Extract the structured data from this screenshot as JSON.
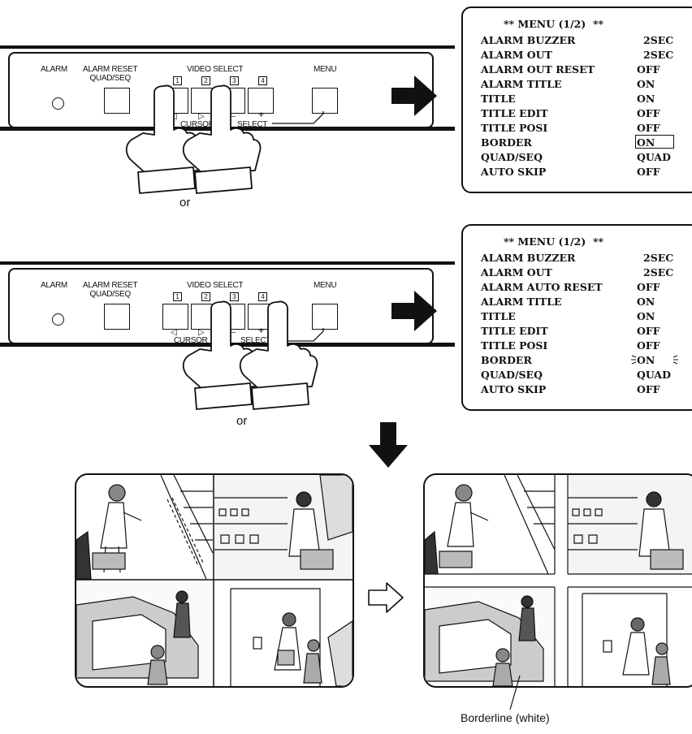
{
  "panel": {
    "alarm": "ALARM",
    "alarm_reset_line1": "ALARM RESET",
    "alarm_reset_line2": "QUAD/SEQ",
    "video_select": "VIDEO SELECT",
    "menu": "MENU",
    "numbers": [
      "1",
      "2",
      "3",
      "4"
    ],
    "cursor": "CURSOR",
    "select": "SELECT",
    "left_glyph": "◁",
    "right_glyph": "▷",
    "minus": "—",
    "plus": "+"
  },
  "or_text": "or",
  "menu_before": {
    "title": "** MENU (1/2)  **",
    "rows": [
      {
        "key": "ALARM BUZZER",
        "value": "2SEC"
      },
      {
        "key": "ALARM OUT",
        "value": "2SEC"
      },
      {
        "key": "ALARM OUT RESET",
        "value": "OFF"
      },
      {
        "key": "ALARM TITLE",
        "value": "ON"
      },
      {
        "key": "TITLE",
        "value": "ON"
      },
      {
        "key": "TITLE EDIT",
        "value": "OFF"
      },
      {
        "key": "TITLE POSI",
        "value": "OFF"
      },
      {
        "key": "BORDER",
        "value": "ON"
      },
      {
        "key": "QUAD/SEQ",
        "value": "QUAD"
      },
      {
        "key": "AUTO SKIP",
        "value": "OFF"
      }
    ]
  },
  "menu_after": {
    "title": "** MENU (1/2)  **",
    "rows": [
      {
        "key": "ALARM BUZZER",
        "value": "2SEC"
      },
      {
        "key": "ALARM OUT",
        "value": "2SEC"
      },
      {
        "key": "ALARM AUTO RESET",
        "value": "OFF"
      },
      {
        "key": "ALARM TITLE",
        "value": "ON"
      },
      {
        "key": "TITLE",
        "value": "ON"
      },
      {
        "key": "TITLE EDIT",
        "value": "OFF"
      },
      {
        "key": "TITLE POSI",
        "value": "OFF"
      },
      {
        "key": "BORDER",
        "value": "ON"
      },
      {
        "key": "QUAD/SEQ",
        "value": "QUAD"
      },
      {
        "key": "AUTO SKIP",
        "value": "OFF"
      }
    ]
  },
  "caption": "Borderline (white)",
  "colors": {
    "ink": "#111111",
    "paper": "#ffffff",
    "shade": "#9a9a9a"
  }
}
